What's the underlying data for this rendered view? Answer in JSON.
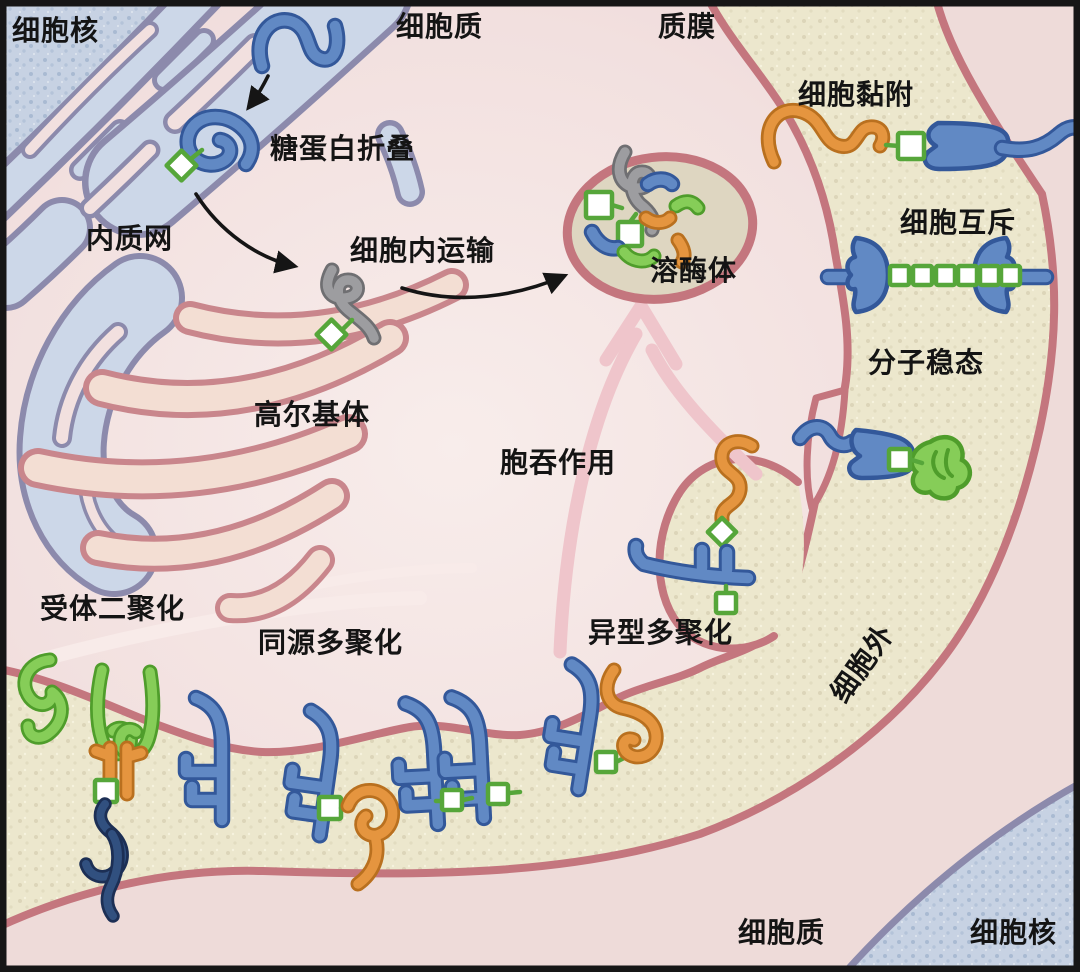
{
  "figure": {
    "type": "cell-biology-diagram",
    "labels": {
      "nucleus_top": "细胞核",
      "cytoplasm_top": "细胞质",
      "plasma_membrane": "质膜",
      "cell_adhesion": "细胞黏附",
      "glycoprotein_folding": "糖蛋白折叠",
      "endoplasmic_reticulum": "内质网",
      "intracellular_transport": "细胞内运输",
      "lysosome": "溶酶体",
      "cell_repulsion": "细胞互斥",
      "molecular_homeostasis": "分子稳态",
      "golgi_apparatus": "高尔基体",
      "endocytosis": "胞吞作用",
      "receptor_dimerization": "受体二聚化",
      "homo_multimerization": "同源多聚化",
      "hetero_multimerization": "异型多聚化",
      "extracellular": "细胞外",
      "cytoplasm_bottom": "细胞质",
      "nucleus_bottom": "细胞核"
    },
    "colors": {
      "cytoplasm_fill": "#f2e0df",
      "cell2_fill": "#eedbd9",
      "extracellular_fill": "#ece7cd",
      "membrane_stroke": "#c4767e",
      "er_lumen": "#ccd7e8",
      "er_outline": "#8c8aac",
      "golgi_fill": "#f3ded3",
      "golgi_stroke": "#c9868c",
      "lysosome_fill": "#ded6c1",
      "protein_blue": "#6189c4",
      "protein_navy": "#31507f",
      "protein_orange": "#e5953f",
      "protein_green": "#86cd56",
      "protein_gray": "#9d9da0",
      "glycan_stroke": "#56a63a",
      "endocytosis_arrow": "#efc5cb"
    }
  }
}
